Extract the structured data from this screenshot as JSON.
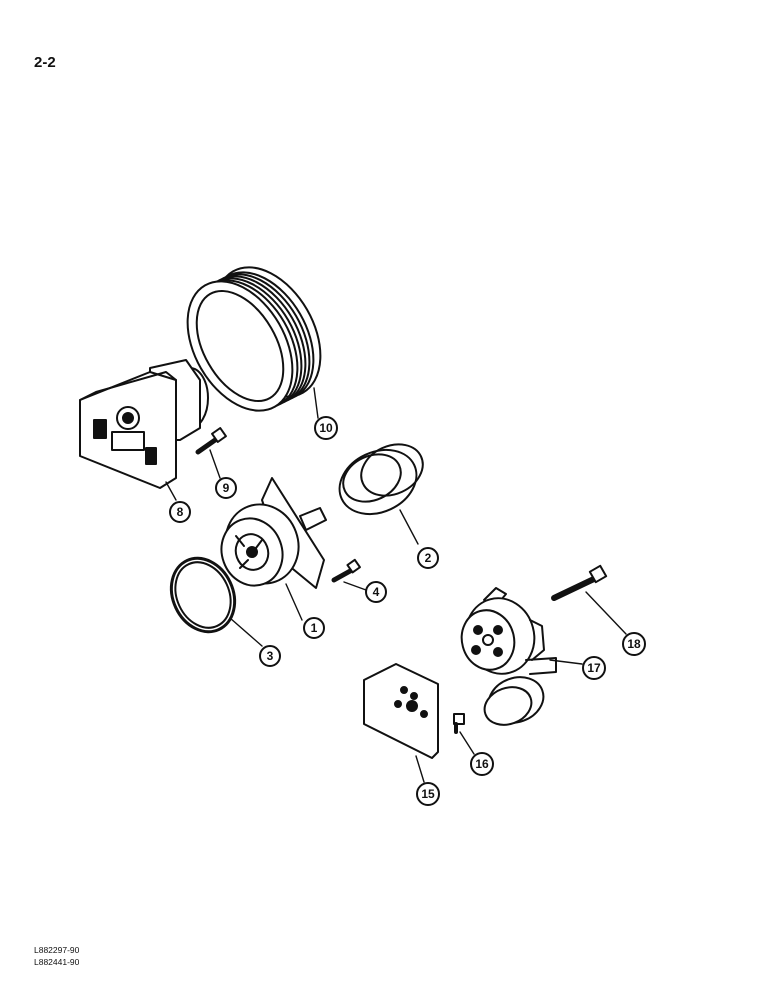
{
  "page_number": "2-2",
  "reference_codes": [
    "L882297-90",
    "L882441-90"
  ],
  "callouts": [
    {
      "label": "1",
      "part": "water-pump"
    },
    {
      "label": "2",
      "part": "spacer"
    },
    {
      "label": "3",
      "part": "o-ring"
    },
    {
      "label": "4",
      "part": "bolt"
    },
    {
      "label": "8",
      "part": "pump-housing"
    },
    {
      "label": "9",
      "part": "bolt"
    },
    {
      "label": "10",
      "part": "pulley"
    },
    {
      "label": "15",
      "part": "plate"
    },
    {
      "label": "16",
      "part": "bolt"
    },
    {
      "label": "17",
      "part": "belt-tensioner"
    },
    {
      "label": "18",
      "part": "bolt"
    }
  ]
}
